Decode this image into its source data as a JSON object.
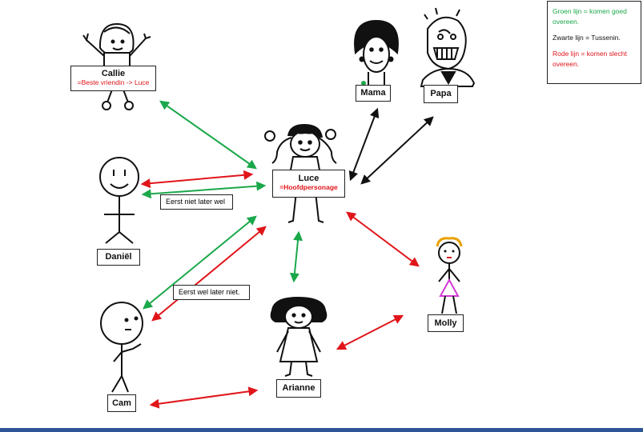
{
  "colors": {
    "green": "#1aa84a",
    "black": "#111111",
    "red": "#e0151a",
    "footer": "#2f5597"
  },
  "legend": {
    "green": "Groen lijn = komen goed overeen.",
    "black": "Zwarte lijn = Tussenin.",
    "red": "Rode lijn = komen slecht overeen."
  },
  "characters": {
    "callie": {
      "name": "Callie",
      "sub": "=Beste vriendin -> Luce"
    },
    "luce": {
      "name": "Luce",
      "sub": "=Hoofdpersonage"
    },
    "mama": {
      "name": "Mama"
    },
    "papa": {
      "name": "Papa"
    },
    "daniel": {
      "name": "Daniël"
    },
    "cam": {
      "name": "Cam"
    },
    "arianne": {
      "name": "Arianne"
    },
    "molly": {
      "name": "Molly"
    }
  },
  "notes": {
    "daniel": "Eerst niet later wel",
    "cam": "Eerst wel later niet."
  }
}
